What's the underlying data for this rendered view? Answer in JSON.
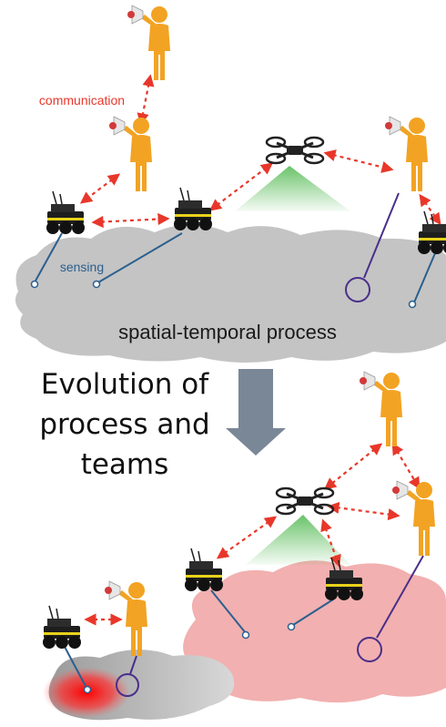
{
  "labels": {
    "communication": "communication",
    "sensing": "sensing",
    "process": "spatial-temporal process",
    "evolution": [
      "Evolution of",
      "process and",
      "teams"
    ]
  },
  "colors": {
    "comm_link": "#e8372a",
    "sensing_line": "#2a5f8f",
    "large_sensor_line": "#4a2f8a",
    "top_cloud": "#c4c4c4",
    "bottom_cloud": "#f2b0b0",
    "hotspot": "#ff1a1a",
    "arrow": "#7a8797",
    "person": "#f2a323",
    "robot_body": "#1e1e1e",
    "robot_accent": "#e8d21a",
    "drone_cone": "#5cbf5c"
  },
  "icons": {
    "person": "person-with-megaphone-icon",
    "ground_robot": "ground-robot-icon",
    "drone": "quadcopter-drone-icon"
  }
}
